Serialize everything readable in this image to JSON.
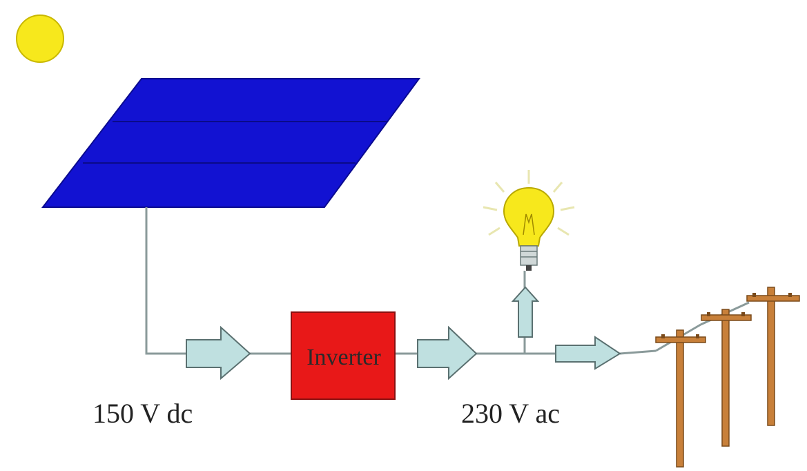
{
  "labels": {
    "dc_voltage": "150 V dc",
    "ac_voltage": "230 V ac",
    "inverter": "Inverter"
  },
  "icons": {
    "sun": "sun-icon",
    "panel": "solar-panel",
    "bulb": "light-bulb-icon",
    "poles": "utility-pole-icon"
  },
  "colors": {
    "sun": "#f7e81c",
    "panel": "#1010d0",
    "inverter": "#e81818",
    "arrow": "#bfe0e0",
    "wire": "#8a9a9a",
    "bulb": "#f7e81c",
    "pole": "#c8803a"
  }
}
